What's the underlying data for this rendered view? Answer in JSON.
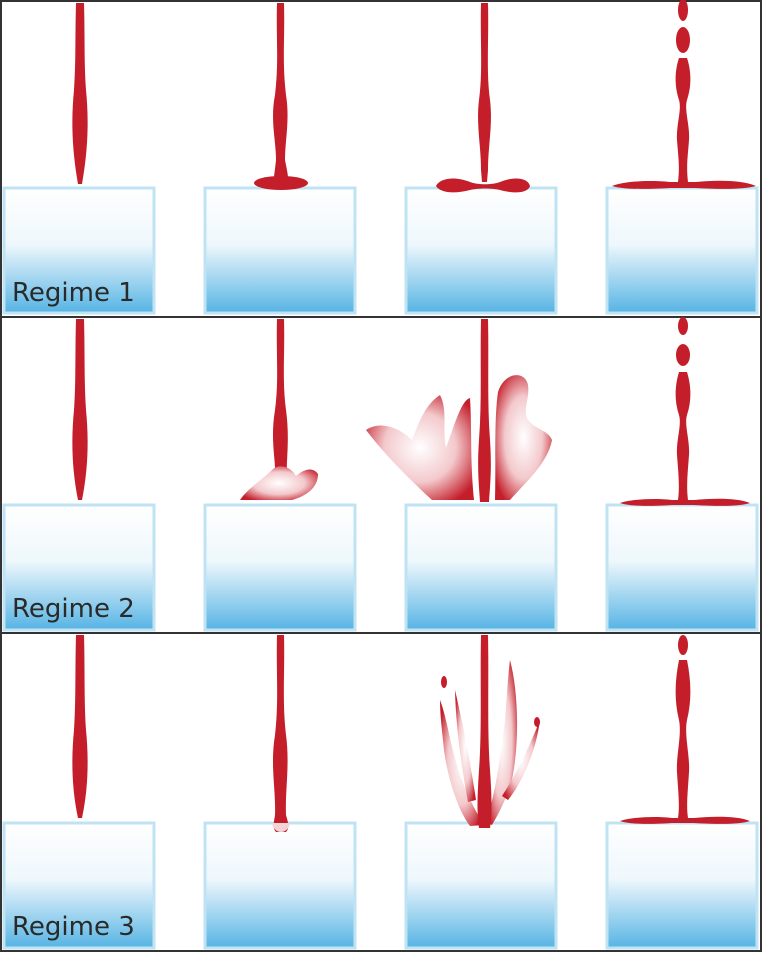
{
  "regimes": [
    {
      "label": "Regime 1"
    },
    {
      "label": "Regime 2"
    },
    {
      "label": "Regime 3"
    }
  ],
  "colors": {
    "jet": "#c41e2a",
    "jet_dark": "#9e1620",
    "container_border": "#bfe3f3",
    "container_top": "#ffffff",
    "container_bottom": "#5ab8e6",
    "panel_border": "#333333"
  }
}
